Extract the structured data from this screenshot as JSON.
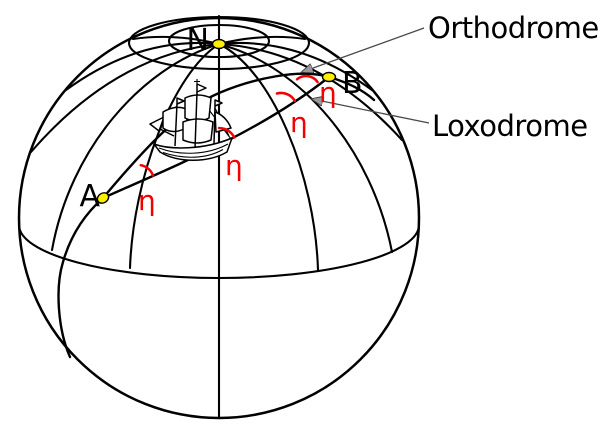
{
  "figure": {
    "labels": {
      "north_pole": "N",
      "point_a": "A",
      "point_b": "B",
      "route_orthodrome": "Orthodrome",
      "route_loxodrome": "Loxodrome"
    },
    "angle_marks": {
      "symbol": "η",
      "count": 4
    },
    "colors": {
      "marker_fill": "#ffee00",
      "angle_color": "#f40000",
      "line_color": "#000000"
    }
  }
}
